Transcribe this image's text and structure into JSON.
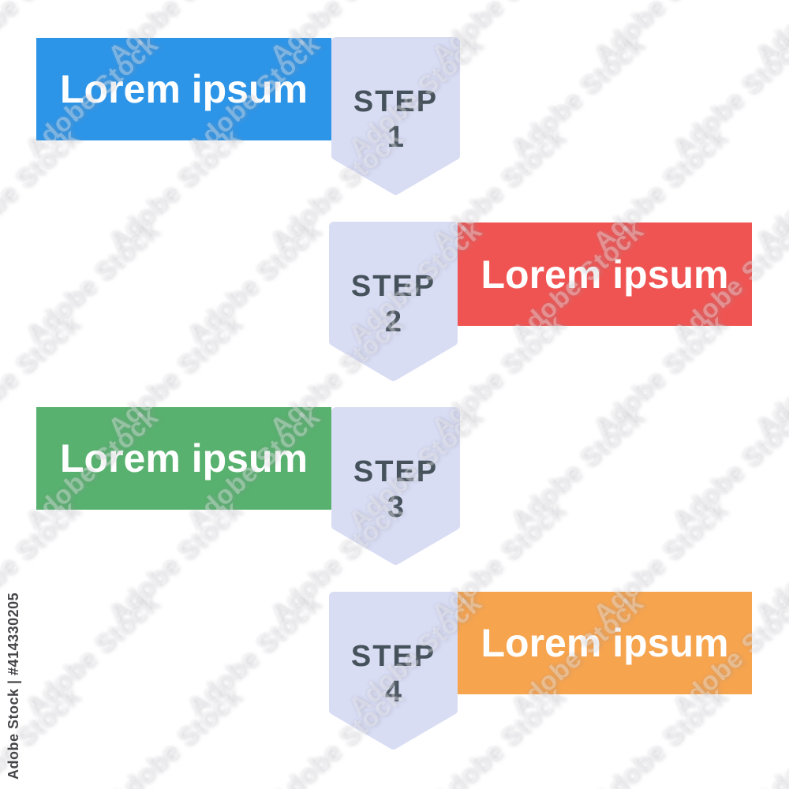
{
  "watermark": {
    "tile_text": "Adobe Stock",
    "credit_text": "Adobe Stock | #414330205"
  },
  "colors": {
    "chevron_fill": "#D9DDF4",
    "step_text": "#46525B",
    "bar_text": "#FFFFFF",
    "step1_fill": "#2D95E8",
    "step2_fill": "#F05452",
    "step3_fill": "#58B16E",
    "step4_fill": "#F7A44E"
  },
  "steps": [
    {
      "step_word": "STEP",
      "step_number": "1",
      "label": "Lorem ipsum",
      "bar_side": "left",
      "bar_color": "#2D95E8"
    },
    {
      "step_word": "STEP",
      "step_number": "2",
      "label": "Lorem ipsum",
      "bar_side": "right",
      "bar_color": "#F05452"
    },
    {
      "step_word": "STEP",
      "step_number": "3",
      "label": "Lorem ipsum",
      "bar_side": "left",
      "bar_color": "#58B16E"
    },
    {
      "step_word": "STEP",
      "step_number": "4",
      "label": "Lorem ipsum",
      "bar_side": "right",
      "bar_color": "#F7A44E"
    }
  ]
}
